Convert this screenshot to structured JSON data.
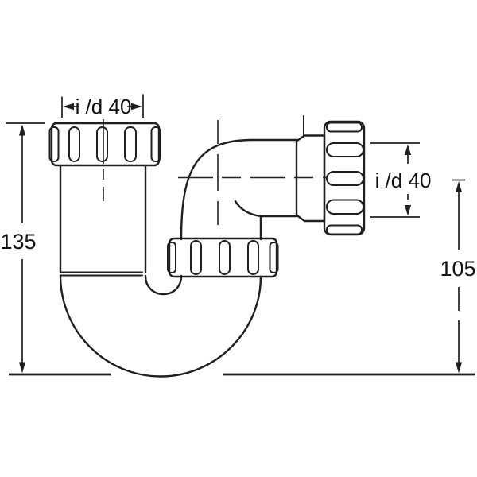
{
  "diagram": {
    "background_color": "#ffffff",
    "line_color": "#1f1f1f",
    "labels": {
      "inlet_bore": "i /d 40",
      "outlet_bore": "i /d 40",
      "overall_height": "135",
      "outlet_height": "105"
    }
  }
}
